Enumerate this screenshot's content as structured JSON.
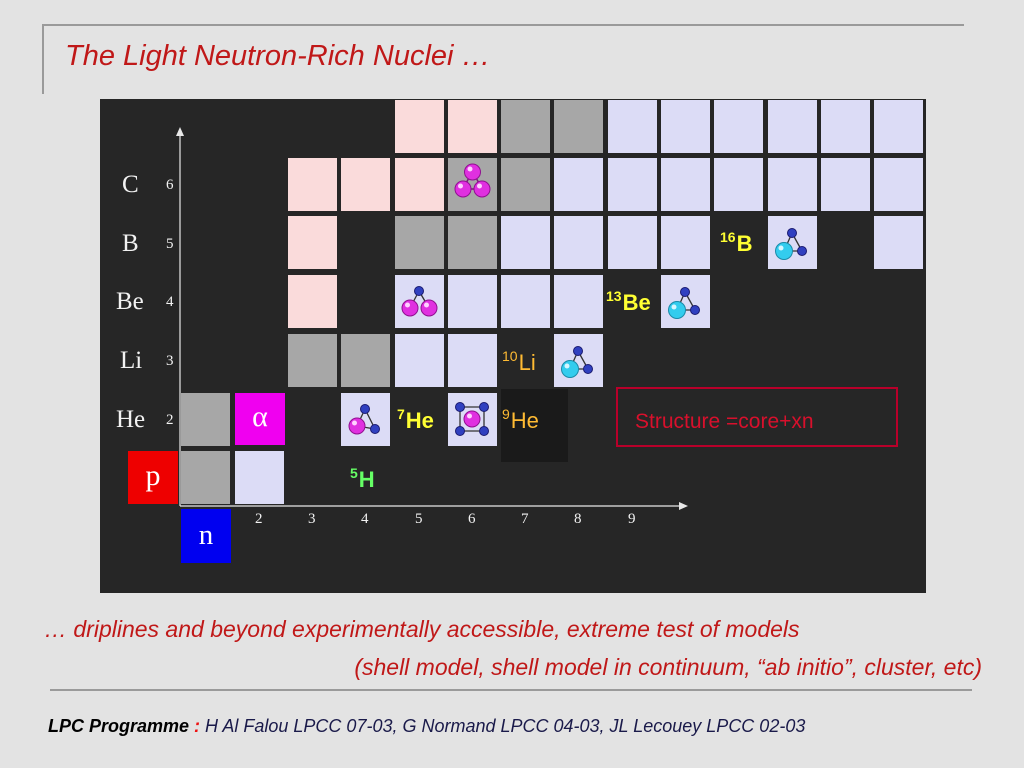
{
  "slide": {
    "title": "The Light Neutron-Rich Nuclei …",
    "caption_line1": "…  driplines and beyond experimentally accessible, extreme test of models",
    "caption_line2": "(shell model, shell model in continuum, “ab initio”, cluster, etc)",
    "footer_bold": "LPC Programme",
    "footer_colon": " : ",
    "footer_rest": "H Al Falou LPCC 07-03, G Normand LPCC 04-03, JL Lecouey LPCC 02-03"
  },
  "chart": {
    "element_labels": [
      "C",
      "B",
      "Be",
      "Li",
      "He"
    ],
    "z_ticks": [
      "6",
      "5",
      "4",
      "3",
      "2"
    ],
    "n_ticks": [
      "2",
      "3",
      "4",
      "5",
      "6",
      "7",
      "8",
      "9"
    ],
    "box_alpha": "α",
    "box_p": "p",
    "box_n": "n",
    "nuclei": {
      "b16_mass": "16",
      "b16_sym": "B",
      "be13_mass": "13",
      "be13_sym": "Be",
      "li10_mass": "10",
      "li10_sym": "Li",
      "he7_mass": "7",
      "he7_sym": "He",
      "he9_mass": "9",
      "he9_sym": "He",
      "h5_mass": "5",
      "h5_sym": "H"
    },
    "structure_label": "Structure =core+xn"
  },
  "colors": {
    "title_red": "#c01818",
    "stable_pink": "#fadbdb",
    "bound_lavender": "#dcdcf6",
    "gray": "#a7a7a7",
    "alpha_magenta": "#f000f0",
    "proton_red": "#ee0000",
    "neutron_blue": "#0000f0",
    "label_yellow": "#ffff33",
    "label_green": "#66ff66",
    "label_orange": "#ffbb33",
    "core_magenta": "#e030e0",
    "core_cyan": "#33ccee"
  }
}
